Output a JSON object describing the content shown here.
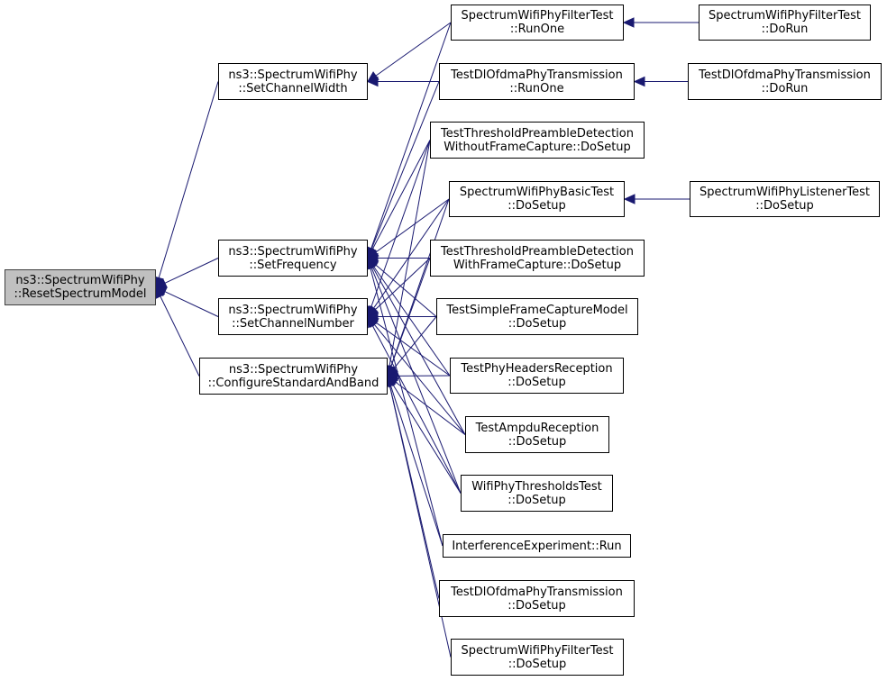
{
  "graph": {
    "edge_color": "#191970",
    "root_fill": "#c0c0c0",
    "nodes": {
      "reset": {
        "lines": [
          "ns3::SpectrumWifiPhy",
          "::ResetSpectrumModel"
        ]
      },
      "setwidth": {
        "lines": [
          "ns3::SpectrumWifiPhy",
          "::SetChannelWidth"
        ]
      },
      "setfreq": {
        "lines": [
          "ns3::SpectrumWifiPhy",
          "::SetFrequency"
        ]
      },
      "setnum": {
        "lines": [
          "ns3::SpectrumWifiPhy",
          "::SetChannelNumber"
        ]
      },
      "config": {
        "lines": [
          "ns3::SpectrumWifiPhy",
          "::ConfigureStandardAndBand"
        ]
      },
      "filt_run": {
        "lines": [
          "SpectrumWifiPhyFilterTest",
          "::RunOne"
        ]
      },
      "filt_dorun": {
        "lines": [
          "SpectrumWifiPhyFilterTest",
          "::DoRun"
        ]
      },
      "dl_run": {
        "lines": [
          "TestDlOfdmaPhyTransmission",
          "::RunOne"
        ]
      },
      "dl_dorun": {
        "lines": [
          "TestDlOfdmaPhyTransmission",
          "::DoRun"
        ]
      },
      "thr_wo": {
        "lines": [
          "TestThresholdPreambleDetection",
          "WithoutFrameCapture::DoSetup"
        ]
      },
      "basic": {
        "lines": [
          "SpectrumWifiPhyBasicTest",
          "::DoSetup"
        ]
      },
      "listener": {
        "lines": [
          "SpectrumWifiPhyListenerTest",
          "::DoSetup"
        ]
      },
      "thr_w": {
        "lines": [
          "TestThresholdPreambleDetection",
          "WithFrameCapture::DoSetup"
        ]
      },
      "simple": {
        "lines": [
          "TestSimpleFrameCaptureModel",
          "::DoSetup"
        ]
      },
      "headers": {
        "lines": [
          "TestPhyHeadersReception",
          "::DoSetup"
        ]
      },
      "ampdu": {
        "lines": [
          "TestAmpduReception",
          "::DoSetup"
        ]
      },
      "thresh": {
        "lines": [
          "WifiPhyThresholdsTest",
          "::DoSetup"
        ]
      },
      "interf": {
        "lines": [
          "InterferenceExperiment::Run"
        ]
      },
      "dl_setup": {
        "lines": [
          "TestDlOfdmaPhyTransmission",
          "::DoSetup"
        ]
      },
      "filt_setup": {
        "lines": [
          "SpectrumWifiPhyFilterTest",
          "::DoSetup"
        ]
      }
    },
    "edges": [
      [
        "setwidth",
        "reset"
      ],
      [
        "setfreq",
        "reset"
      ],
      [
        "setnum",
        "reset"
      ],
      [
        "config",
        "reset"
      ],
      [
        "filt_run",
        "setwidth"
      ],
      [
        "dl_run",
        "setwidth"
      ],
      [
        "filt_dorun",
        "filt_run"
      ],
      [
        "dl_dorun",
        "dl_run"
      ],
      [
        "listener",
        "basic"
      ],
      [
        "filt_run",
        "setfreq"
      ],
      [
        "dl_run",
        "setfreq"
      ],
      [
        "thr_wo",
        "setfreq"
      ],
      [
        "basic",
        "setfreq"
      ],
      [
        "thr_w",
        "setfreq"
      ],
      [
        "simple",
        "setfreq"
      ],
      [
        "headers",
        "setfreq"
      ],
      [
        "ampdu",
        "setfreq"
      ],
      [
        "thresh",
        "setfreq"
      ],
      [
        "interf",
        "setfreq"
      ],
      [
        "thr_wo",
        "setnum"
      ],
      [
        "basic",
        "setnum"
      ],
      [
        "thr_w",
        "setnum"
      ],
      [
        "simple",
        "setnum"
      ],
      [
        "headers",
        "setnum"
      ],
      [
        "ampdu",
        "setnum"
      ],
      [
        "thresh",
        "setnum"
      ],
      [
        "thr_wo",
        "config"
      ],
      [
        "basic",
        "config"
      ],
      [
        "thr_w",
        "config"
      ],
      [
        "simple",
        "config"
      ],
      [
        "headers",
        "config"
      ],
      [
        "ampdu",
        "config"
      ],
      [
        "thresh",
        "config"
      ],
      [
        "interf",
        "config"
      ],
      [
        "dl_setup",
        "config"
      ],
      [
        "filt_setup",
        "config"
      ]
    ]
  }
}
